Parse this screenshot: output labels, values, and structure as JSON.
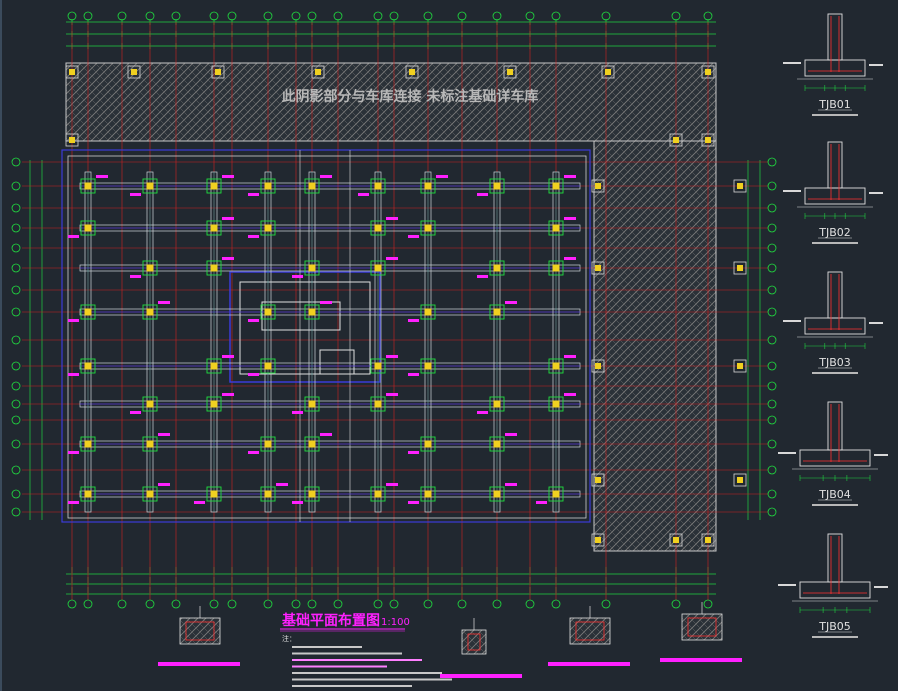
{
  "drawing": {
    "overlay_note": "此阴影部分与车库连接 未标注基础详车库",
    "title": "基础平面布置图",
    "scale": "1:100",
    "notes_label": "注：",
    "notes_count": 7
  },
  "details": [
    {
      "id": "TJB01"
    },
    {
      "id": "TJB02"
    },
    {
      "id": "TJB03"
    },
    {
      "id": "TJB04"
    },
    {
      "id": "TJB05"
    }
  ],
  "colors": {
    "background": "#212830",
    "grid_axis": "#d02020",
    "axis_bubble": "#20e040",
    "dimension": "#20d040",
    "foundation_outline": "#e8e8e8",
    "column": "#f0d020",
    "tag_text": "#ff20ff",
    "title_text": "#ff20ff",
    "beam": "#3b3bd8",
    "hatch": "#8a8a8a"
  },
  "icons": {
    "axis_bubble": "circle-axis-marker",
    "column": "square-column-symbol"
  }
}
